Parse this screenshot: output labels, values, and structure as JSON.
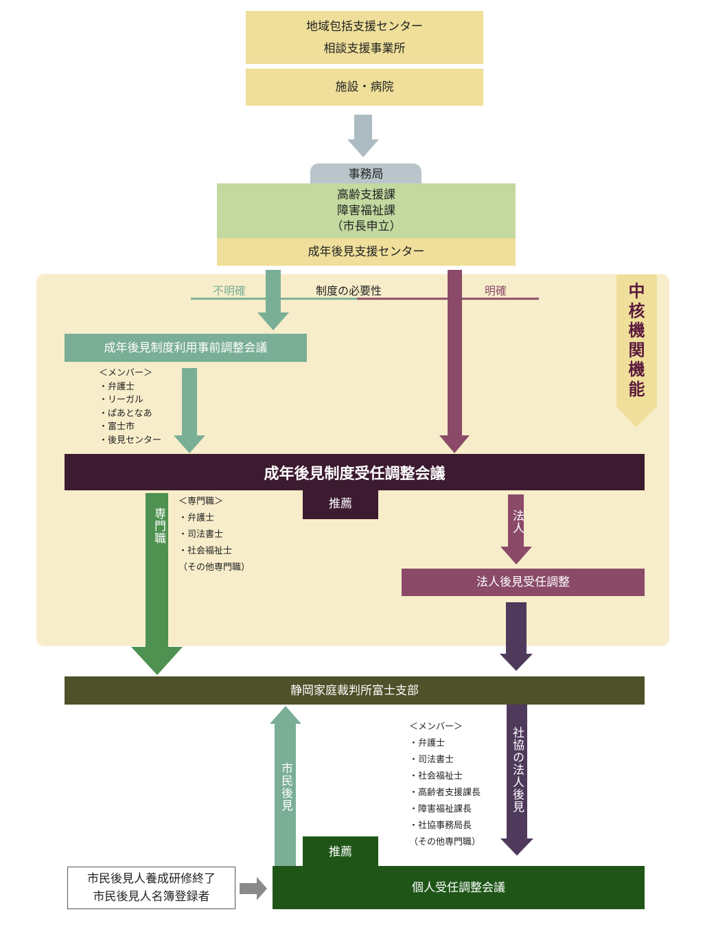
{
  "top": {
    "box1_lines": [
      "地域包括支援センター",
      "相談支援事業所"
    ],
    "box2": "施設・病院"
  },
  "jimukyoku": {
    "tab": "事務局",
    "lines": [
      "高齢支援課",
      "障害福祉課",
      "（市長申立）"
    ],
    "center": "成年後見支援センター"
  },
  "core": {
    "label_chars": [
      "中",
      "核",
      "機",
      "関",
      "機",
      "能"
    ],
    "necessity": "制度の必要性",
    "unclear": "不明確",
    "clear": "明確",
    "pre_council": "成年後見制度利用事前調整会議",
    "pre_members": [
      "＜メンバー＞",
      "・弁護士",
      "・リーガル",
      "・ぱあとなあ",
      "・富士市",
      "・後見センター"
    ],
    "main_council": "成年後見制度受任調整会議",
    "recommend": "推薦",
    "professional_vertical": "専門職",
    "professional_list": [
      "＜専門職＞",
      "・弁護士",
      "・司法書士",
      "・社会福祉士",
      "（その他専門職）"
    ],
    "corporate_vertical": "法人",
    "corporate_council": "法人後見受任調整"
  },
  "court": "静岡家庭裁判所富士支部",
  "bottom": {
    "citizen_vertical": "市民後見",
    "shakyo_vertical": "社協の法人後見",
    "members": [
      "＜メンバー＞",
      "・弁護士",
      "・司法書士",
      "・社会福祉士",
      "・高齢者支援課長",
      "・障害福祉課長",
      "・社協事務局長",
      "（その他専門職）"
    ],
    "recommend": "推薦",
    "individual_council": "個人受任調整会議",
    "trainees": [
      "市民後見人養成研修終了",
      "市民後見人名簿登録者"
    ]
  },
  "colors": {
    "yellow": "#efdf9a",
    "light_green": "#c3d9a0",
    "cream": "#f7edca",
    "teal": "#7aae96",
    "plum": "#8a4a68",
    "dark_plum": "#3c1a30",
    "indigo_purple": "#4f3a5c",
    "green_arrow": "#4e9150",
    "olive": "#4e5129",
    "forest": "#1f5618",
    "gray_arrow": "#adbcc2"
  }
}
